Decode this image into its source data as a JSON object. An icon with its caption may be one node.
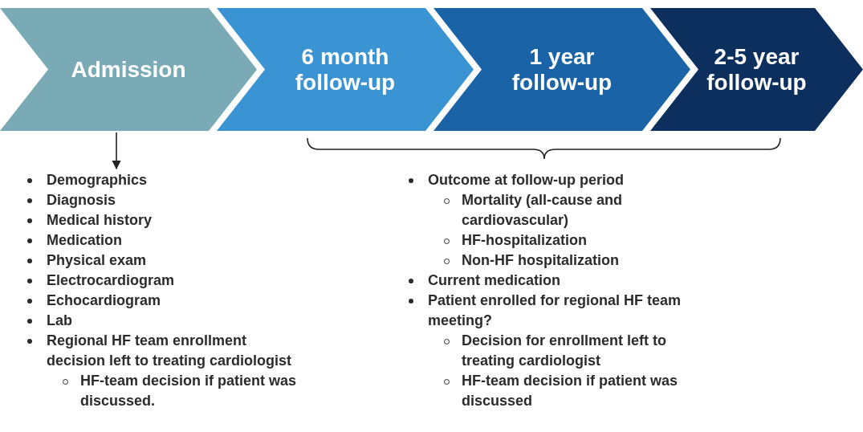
{
  "diagram": {
    "nodes": [
      {
        "text": [
          "Admission"
        ]
      },
      {
        "text": [
          "6 month follow-up"
        ]
      },
      {
        "text": [
          "1 year follow-up"
        ]
      },
      {
        "text": [
          "2-5 year follow-up"
        ]
      },
      {
        "text": [
          "Demographics",
          "Diagnosis",
          "Medical history",
          "Medication",
          "Physical exam",
          "Electrocardiogram",
          "Echocardiogram",
          "Lab",
          "Regional HF team enrollment decision left to treating cardiologist",
          "HF-team decision if patient was discussed."
        ]
      },
      {
        "text": [
          "Outcome at follow-up period",
          "Mortality (all-cause and cardiovascular)",
          "HF-hospitalization",
          "Non-HF hospitalization",
          "Current medication",
          "Patient enrolled for regional HF team meeting?",
          "Decision for enrollment left to treating cardiologist",
          "HF-team decision if patient was discussed"
        ]
      }
    ],
    "edges": [
      {
        "from": 0,
        "to": 4,
        "arrow": "to"
      }
    ]
  }
}
